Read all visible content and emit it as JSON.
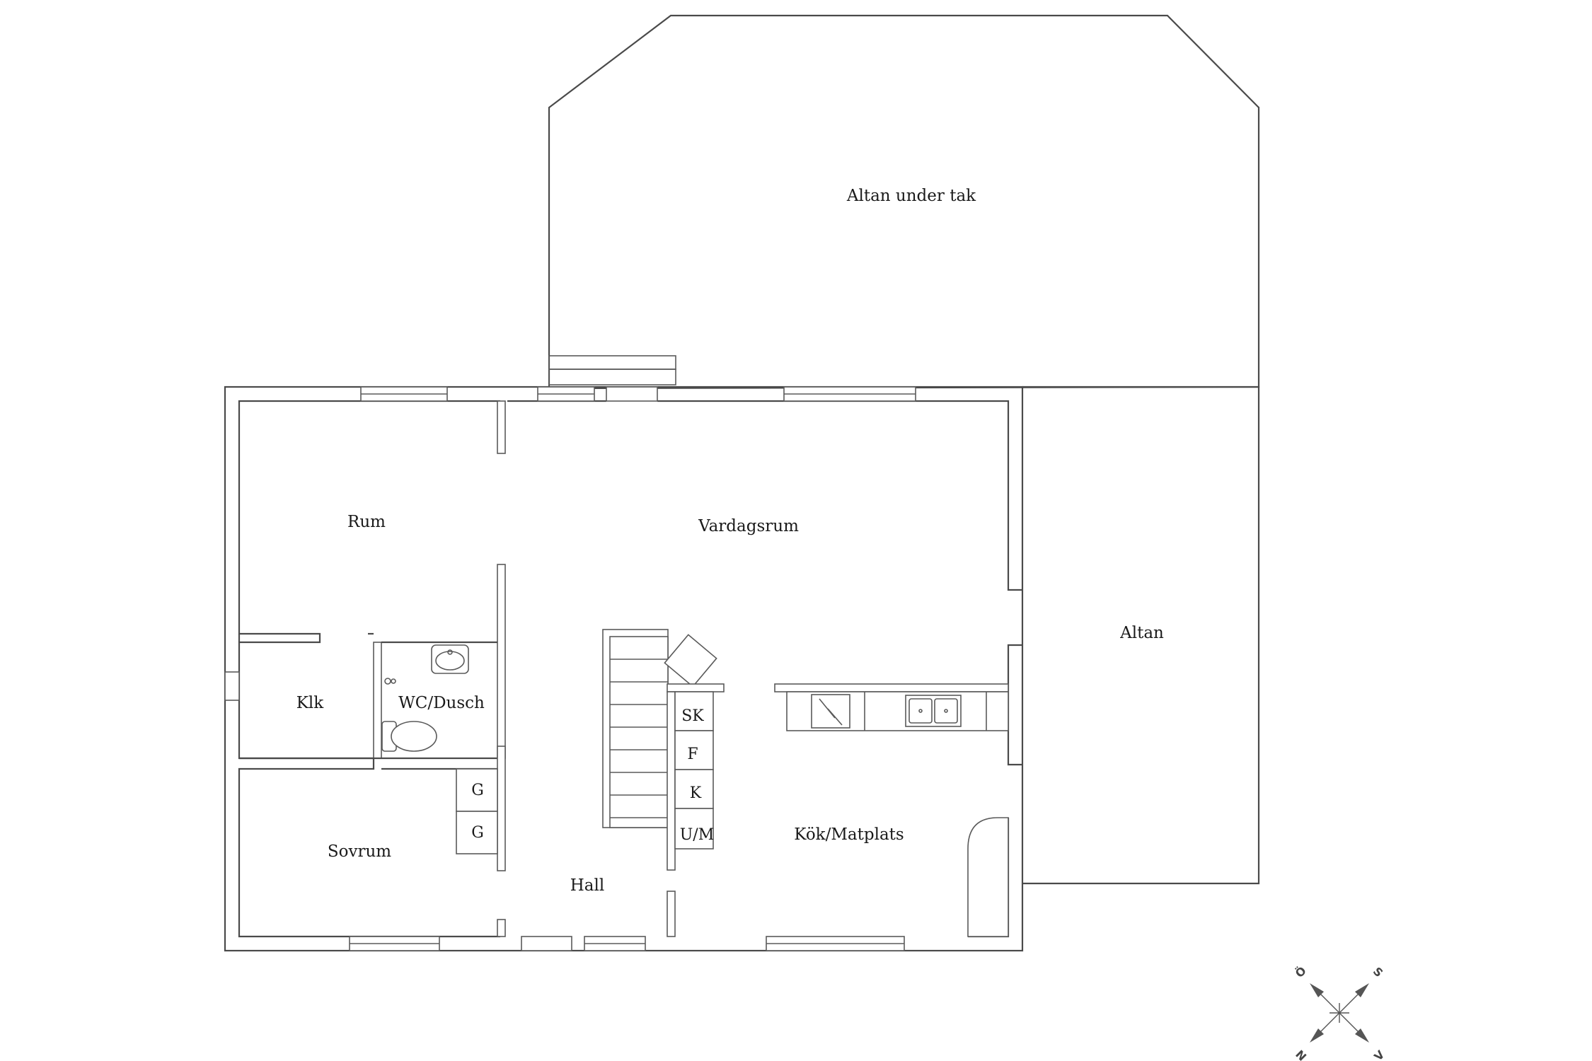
{
  "rooms": {
    "altan_under_tak": "Altan under tak",
    "altan": "Altan",
    "rum": "Rum",
    "vardagsrum": "Vardagsrum",
    "klk": "Klk",
    "wc_dusch": "WC/Dusch",
    "sovrum": "Sovrum",
    "hall": "Hall",
    "kok_matplats": "Kök/Matplats"
  },
  "closets": {
    "sk": "SK",
    "f": "F",
    "k": "K",
    "um": "U/M",
    "g1": "G",
    "g2": "G"
  },
  "compass": {
    "north": "N",
    "south": "S",
    "east": "Ö",
    "west": "V",
    "icon": "compass-rose-icon"
  },
  "colors": {
    "wall": "#4a4a4a",
    "text": "#1a1a1a",
    "background": "#ffffff"
  }
}
